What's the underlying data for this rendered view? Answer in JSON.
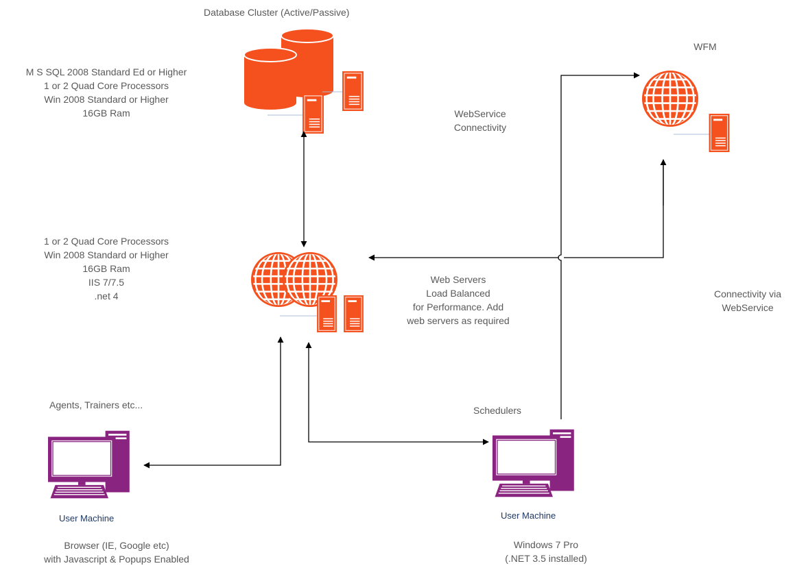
{
  "colors": {
    "server_orange": "#f4511e",
    "server_stroke": "#ffffff",
    "computer_purple": "#8a2481",
    "connector": "#000000",
    "text_gray": "#595959",
    "caption_navy": "#1f3864"
  },
  "nodes": {
    "database": {
      "title": "Database Cluster (Active/Passive)",
      "specs": [
        "M S SQL 2008 Standard Ed or Higher",
        "1 or 2 Quad Core Processors",
        "Win 2008 Standard or Higher",
        "16GB Ram"
      ],
      "icon": "database-cylinder-icon"
    },
    "webservers": {
      "specs": [
        "1 or 2 Quad Core Processors",
        "Win 2008 Standard or Higher",
        "16GB Ram",
        "IIS 7/7.5",
        ".net 4"
      ],
      "description": [
        "Web Servers",
        "Load Balanced",
        "for Performance. Add",
        "web servers as required"
      ],
      "icon": "globe-server-icon"
    },
    "wfm": {
      "title": "WFM",
      "icon": "globe-server-icon"
    },
    "agents_machine": {
      "role": "Agents, Trainers etc...",
      "caption": "User Machine",
      "notes": [
        "Browser (IE, Google etc)",
        "with Javascript & Popups Enabled"
      ],
      "icon": "desktop-computer-icon"
    },
    "schedulers_machine": {
      "role": "Schedulers",
      "caption": "User Machine",
      "notes": [
        "Windows 7 Pro",
        "(.NET 3.5 installed)"
      ],
      "icon": "desktop-computer-icon"
    }
  },
  "connection_labels": {
    "webservice": [
      "WebService",
      "Connectivity"
    ],
    "via_webservice": [
      "Connectivity via",
      "WebService"
    ]
  },
  "edges": [
    {
      "from": "database",
      "to": "webservers",
      "arrows": "both"
    },
    {
      "from": "schedulers_machine",
      "to": "wfm",
      "arrows": "to"
    },
    {
      "from": "wfm",
      "to": "webservers",
      "arrows": "both"
    },
    {
      "from": "webservers",
      "to": "agents_machine",
      "arrows": "both"
    },
    {
      "from": "webservers",
      "to": "schedulers_machine",
      "arrows": "both"
    }
  ]
}
